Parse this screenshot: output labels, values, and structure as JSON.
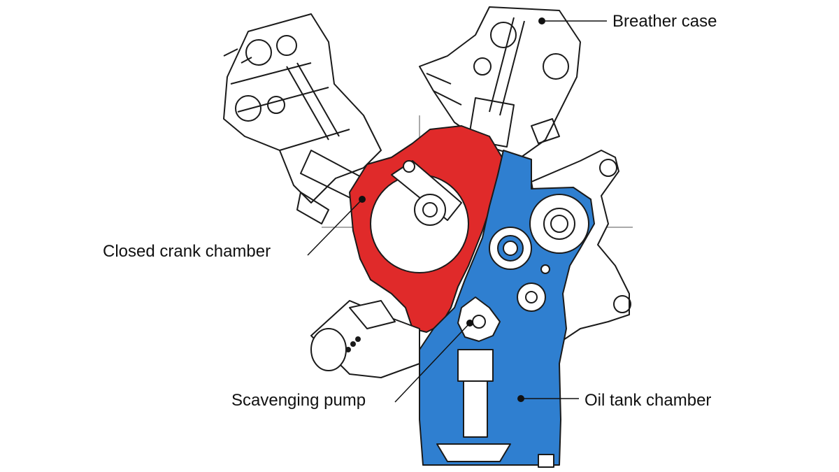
{
  "labels": {
    "breather_case": "Breather case",
    "closed_crank_chamber": "Closed crank chamber",
    "scavenging_pump": "Scavenging pump",
    "oil_tank_chamber": "Oil tank chamber"
  },
  "colors": {
    "crank_chamber": "#e02a2a",
    "oil_tank": "#2f7fd0",
    "outline": "#1a1a1a",
    "background": "#ffffff"
  }
}
